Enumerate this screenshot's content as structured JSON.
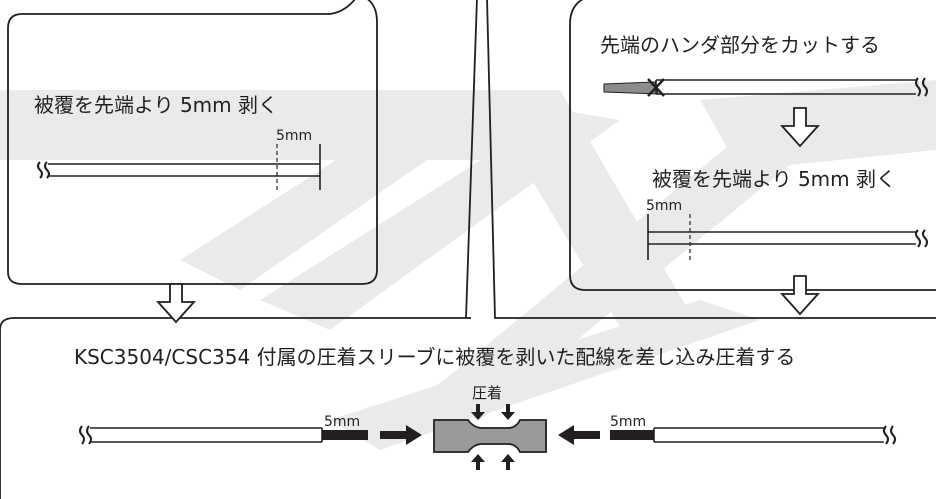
{
  "panel_left": {
    "instruction": "被覆を先端より 5mm 剥く",
    "measure_label": "5mm"
  },
  "panel_right": {
    "instruction_cut": "先端のハンダ部分をカットする",
    "instruction_strip": "被覆を先端より 5mm 剥く",
    "measure_label": "5mm"
  },
  "panel_bottom": {
    "instruction": "KSC3504/CSC354 付属の圧着スリーブに被覆を剥いた配線を差し込み圧着する",
    "crimp_label": "圧着",
    "left_measure_label": "5mm",
    "right_measure_label": "5mm"
  },
  "colors": {
    "line": "#231f20",
    "sleeve": "#9a9a9a",
    "watermark": "#e6e6e6"
  }
}
